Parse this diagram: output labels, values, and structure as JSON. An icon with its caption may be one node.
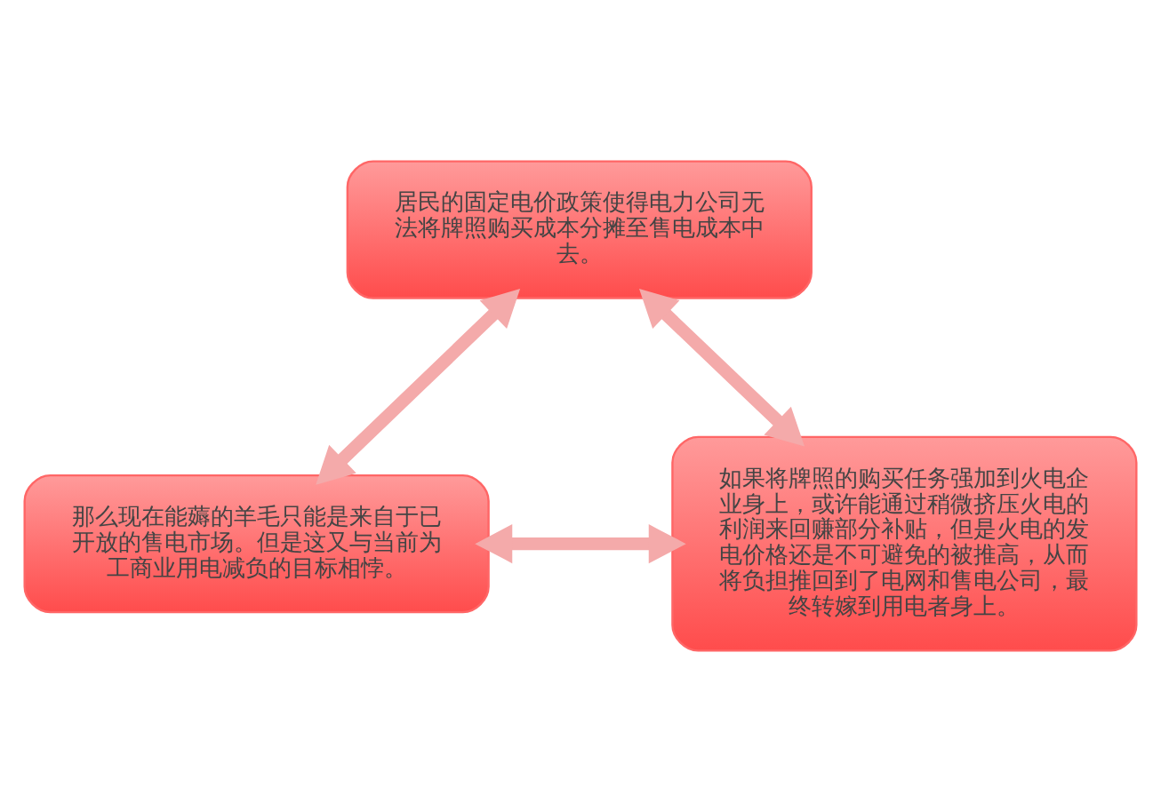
{
  "diagram": {
    "nodes": [
      {
        "text": [
          "居民的固定电价政策使得电力公司无法将牌照购买成本分摊至售电成本中去。"
        ]
      },
      {
        "text": [
          "那么现在能薅的羊毛只能是来自于已开放的售电市场。但是这又与当前为工商业用电减负的目标相悖。"
        ]
      },
      {
        "text": [
          "如果将牌照的购买任务强加到火电企业身上，或许能通过稍微挤压火电的利润来回赚部分补贴，但是火电的发电价格还是不可避免的被推高，从而将负担推回到了电网和售电公司，最终转嫁到用电者身上。"
        ]
      }
    ],
    "edges": [
      {
        "from": 0,
        "to": 1,
        "arrow": "both"
      },
      {
        "from": 0,
        "to": 2,
        "arrow": "both"
      },
      {
        "from": 1,
        "to": 2,
        "arrow": "both"
      }
    ]
  }
}
